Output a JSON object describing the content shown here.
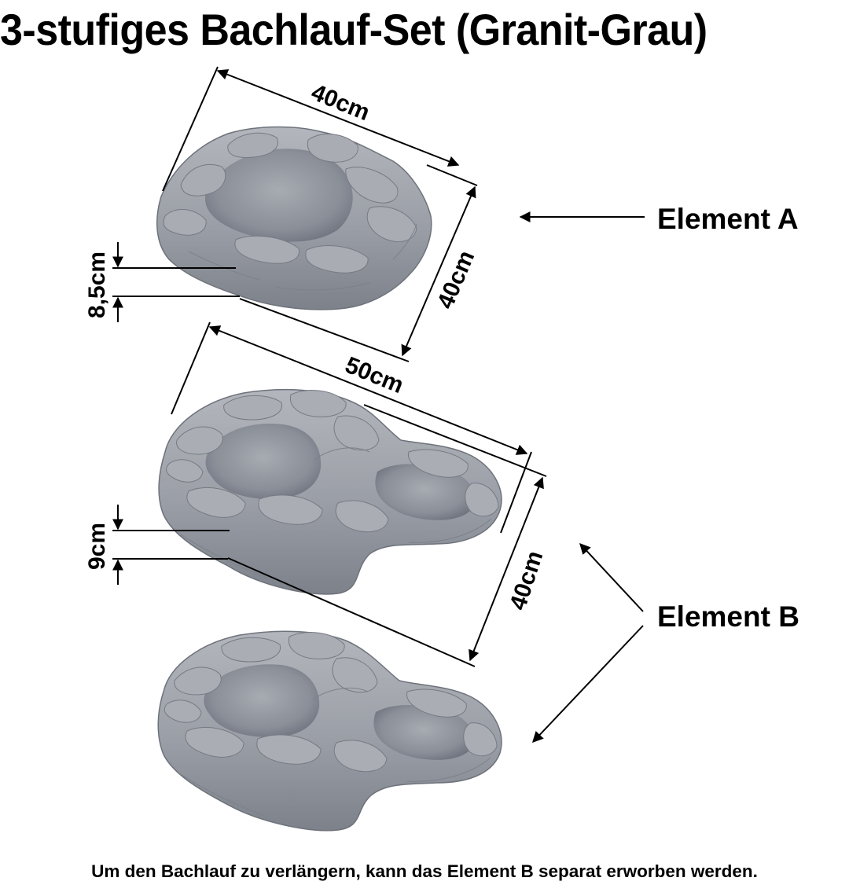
{
  "title": "3-stufiges Bachlauf-Set (Granit-Grau)",
  "footer": "Um den Bachlauf zu verlängern, kann das Element B separat erworben werden.",
  "elements": {
    "a": {
      "label": "Element A",
      "width_label": "40cm",
      "depth_label": "40cm",
      "height_label": "8,5cm"
    },
    "b": {
      "label": "Element B",
      "width_label": "50cm",
      "depth_label": "40cm",
      "height_label": "9cm"
    }
  },
  "colors": {
    "stone_light": "#a3a6ad",
    "stone_mid": "#8f939b",
    "stone_dark": "#6c7079",
    "stone_highlight": "#b9bcc2",
    "basin": "#959aa3",
    "basin_shadow": "#7b808a",
    "lines": "#000000"
  }
}
